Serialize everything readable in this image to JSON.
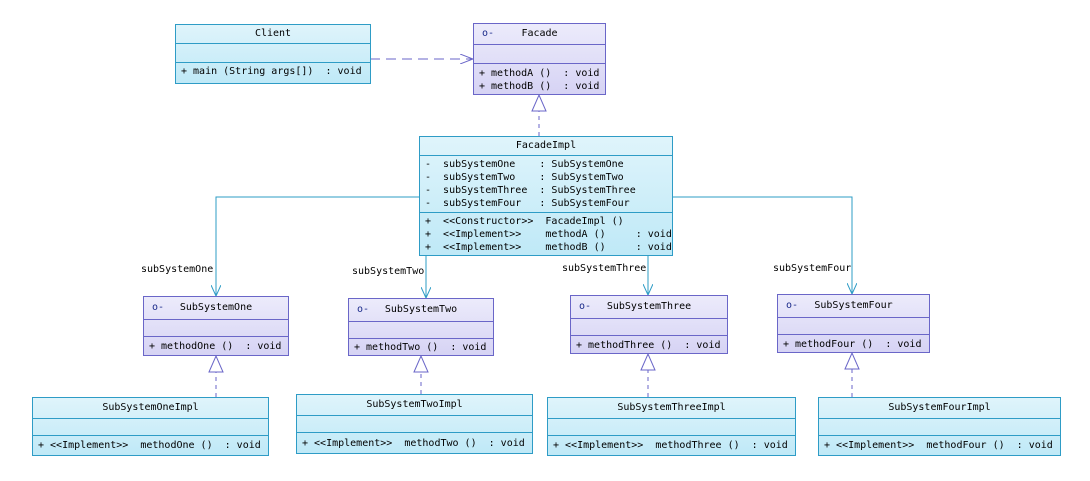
{
  "client": {
    "name": "Client",
    "methods": [
      "+ main (String args[])  : void"
    ]
  },
  "facade": {
    "name": "Facade",
    "methods": [
      "+ methodA ()  : void",
      "+ methodB ()  : void"
    ]
  },
  "facadeImpl": {
    "name": "FacadeImpl",
    "attributes": [
      "-  subSystemOne    : SubSystemOne",
      "-  subSystemTwo    : SubSystemTwo",
      "-  subSystemThree  : SubSystemThree",
      "-  subSystemFour   : SubSystemFour"
    ],
    "methods": [
      "+  <<Constructor>>  FacadeImpl ()",
      "+  <<Implement>>    methodA ()     : void",
      "+  <<Implement>>    methodB ()     : void"
    ]
  },
  "subsystems": [
    {
      "name": "SubSystemOne",
      "method": "+ methodOne ()  : void",
      "role": "subSystemOne"
    },
    {
      "name": "SubSystemTwo",
      "method": "+ methodTwo ()  : void",
      "role": "subSystemTwo"
    },
    {
      "name": "SubSystemThree",
      "method": "+ methodThree ()  : void",
      "role": "subSystemThree"
    },
    {
      "name": "SubSystemFour",
      "method": "+ methodFour ()  : void",
      "role": "subSystemFour"
    }
  ],
  "impls": [
    {
      "name": "SubSystemOneImpl",
      "method": "+ <<Implement>>  methodOne ()  : void"
    },
    {
      "name": "SubSystemTwoImpl",
      "method": "+ <<Implement>>  methodTwo ()  : void"
    },
    {
      "name": "SubSystemThreeImpl",
      "method": "+ <<Implement>>  methodThree ()  : void"
    },
    {
      "name": "SubSystemFourImpl",
      "method": "+ <<Implement>>  methodFour ()  : void"
    }
  ],
  "interface_icon": "o-",
  "colors": {
    "class_border": "#2e9cc6",
    "interface_border": "#6a66c8",
    "line": "#2e9cc6",
    "dashed": "#6a66c8"
  }
}
